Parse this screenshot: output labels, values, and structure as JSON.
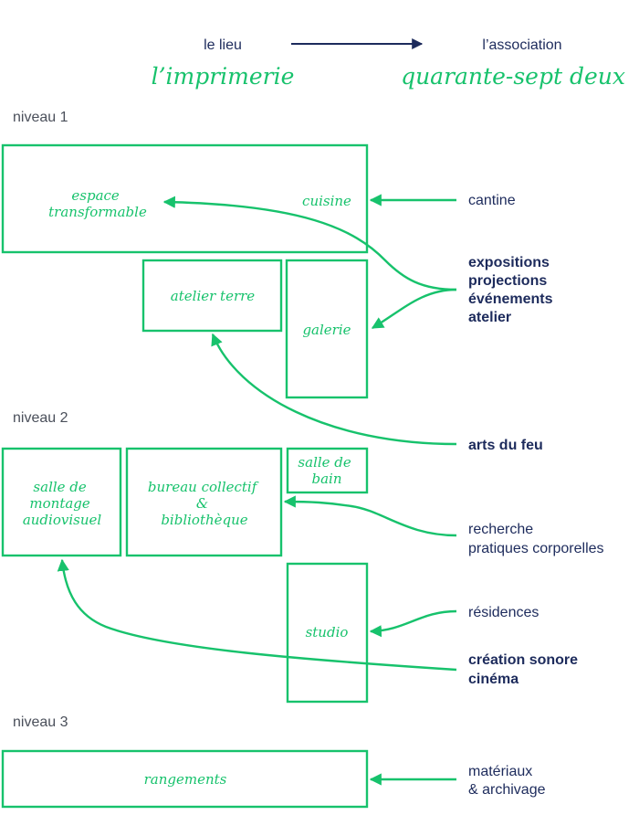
{
  "header": {
    "left_label": "le lieu",
    "right_label": "l’association",
    "left_title": "l’imprimerie",
    "right_title": "quarante-sept deux"
  },
  "levels": [
    "niveau 1",
    "niveau 2",
    "niveau 3"
  ],
  "rooms": {
    "espace": [
      "espace",
      "transformable"
    ],
    "cuisine": [
      "cuisine"
    ],
    "atelier_terre": [
      "atelier terre"
    ],
    "galerie": [
      "galerie"
    ],
    "salle_montage": [
      "salle de",
      "montage",
      "audiovisuel"
    ],
    "bureau": [
      "bureau collectif",
      "&",
      "bibliothèque"
    ],
    "salle_bain": [
      "salle de",
      "bain"
    ],
    "studio": [
      "studio"
    ],
    "rangements": [
      "rangements"
    ]
  },
  "activities": {
    "cantine": [
      "cantine"
    ],
    "expositions": [
      "expositions",
      "projections",
      "événements",
      "atelier"
    ],
    "arts_feu": [
      "arts du feu"
    ],
    "recherche": [
      "recherche",
      "pratiques corporelles"
    ],
    "residences": [
      "résidences"
    ],
    "creation": [
      "création sonore",
      "cinéma"
    ],
    "materiaux": [
      "matériaux",
      "& archivage"
    ]
  },
  "colors": {
    "accent": "#17c26c",
    "navy": "#1d2b5c",
    "text_gray": "#4a4f5a"
  }
}
